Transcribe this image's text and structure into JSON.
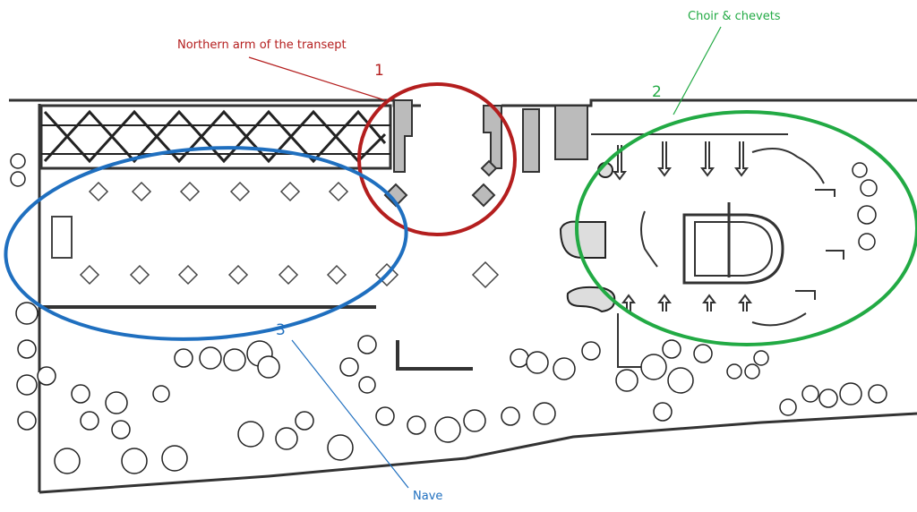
{
  "annotations": [
    {
      "number": "1",
      "label": "Northern arm of the transept",
      "color": "#b41e1e"
    },
    {
      "number": "2",
      "label": "Choir & chevets",
      "color": "#22aa44"
    },
    {
      "number": "3",
      "label": "Nave",
      "color": "#1f6fbf"
    }
  ],
  "plan": {
    "wall_color": "#333333",
    "fill_color": "#f2f2f2",
    "tree_color": "#222222"
  }
}
